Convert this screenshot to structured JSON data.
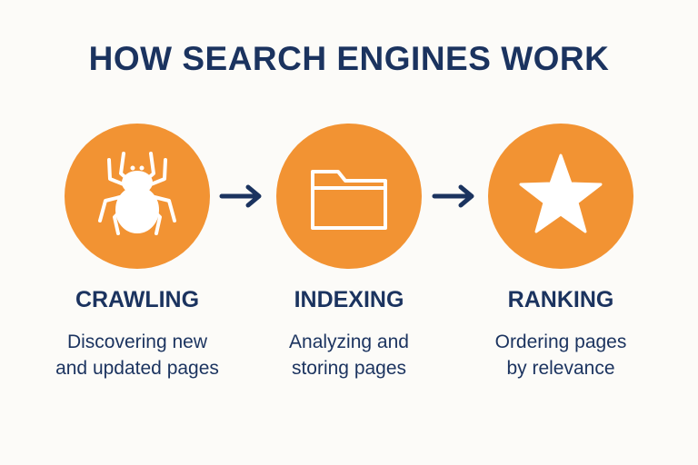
{
  "title": "HOW SEARCH ENGINES WORK",
  "colors": {
    "accent": "#f29333",
    "text": "#1b335f",
    "background": "#fcfbf8"
  },
  "steps": [
    {
      "icon": "spider-icon",
      "label": "CRAWLING",
      "desc_line1": "Discovering new",
      "desc_line2": "and updated pages"
    },
    {
      "icon": "folder-icon",
      "label": "INDEXING",
      "desc_line1": "Analyzing and",
      "desc_line2": "storing pages"
    },
    {
      "icon": "star-icon",
      "label": "RANKING",
      "desc_line1": "Ordering pages",
      "desc_line2": "by relevance"
    }
  ]
}
